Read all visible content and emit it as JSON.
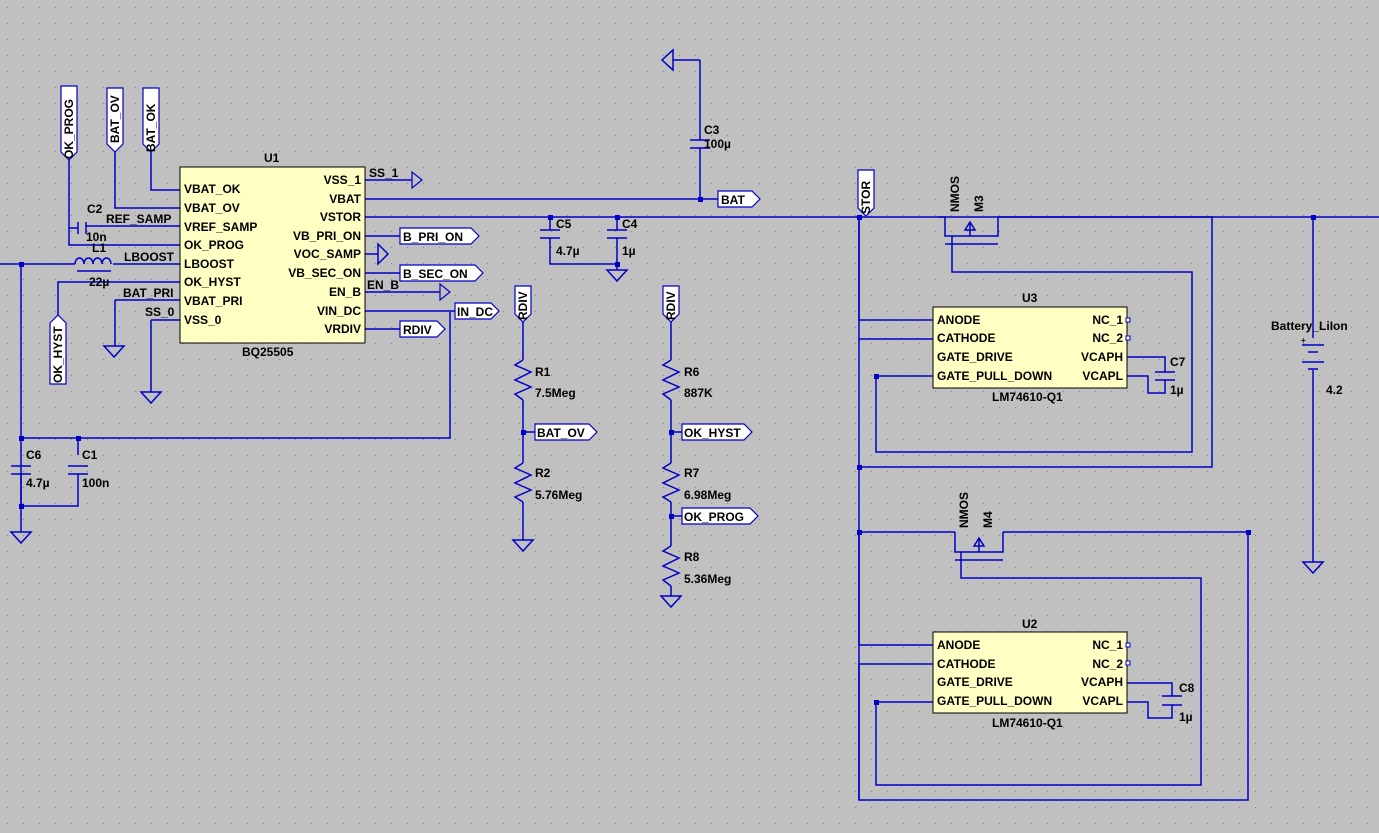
{
  "colors": {
    "background": "#c0c0c0",
    "wire": "#0000c8",
    "ic_fill": "#ffffc4",
    "grid_dot": "#8a8a8a"
  },
  "u1": {
    "ref": "U1",
    "part": "BQ25505",
    "left_pins": [
      "VBAT_OK",
      "VBAT_OV",
      "VREF_SAMP",
      "OK_PROG",
      "LBOOST",
      "OK_HYST",
      "VBAT_PRI",
      "VSS_0"
    ],
    "right_pins": [
      "VSS_1",
      "VBAT",
      "VSTOR",
      "VB_PRI_ON",
      "VOC_SAMP",
      "VB_SEC_ON",
      "EN_B",
      "VIN_DC",
      "VRDIV"
    ]
  },
  "u3": {
    "ref": "U3",
    "part": "LM74610-Q1",
    "left_pins": [
      "ANODE",
      "CATHODE",
      "GATE_DRIVE",
      "GATE_PULL_DOWN"
    ],
    "right_pins": [
      "NC_1",
      "NC_2",
      "VCAPH",
      "VCAPL"
    ]
  },
  "u2": {
    "ref": "U2",
    "part": "LM74610-Q1",
    "left_pins": [
      "ANODE",
      "CATHODE",
      "GATE_DRIVE",
      "GATE_PULL_DOWN"
    ],
    "right_pins": [
      "NC_1",
      "NC_2",
      "VCAPH",
      "VCAPL"
    ]
  },
  "mosfets": {
    "m3": {
      "ref": "M3",
      "type": "NMOS"
    },
    "m4": {
      "ref": "M4",
      "type": "NMOS"
    }
  },
  "capacitors": {
    "c1": {
      "ref": "C1",
      "value": "100n"
    },
    "c2": {
      "ref": "C2",
      "value": "10n"
    },
    "c3": {
      "ref": "C3",
      "value": "100µ"
    },
    "c4": {
      "ref": "C4",
      "value": "1µ"
    },
    "c5": {
      "ref": "C5",
      "value": "4.7µ"
    },
    "c6": {
      "ref": "C6",
      "value": "4.7µ"
    },
    "c7": {
      "ref": "C7",
      "value": "1µ"
    },
    "c8": {
      "ref": "C8",
      "value": "1µ"
    }
  },
  "inductor": {
    "ref": "L1",
    "value": "22µ"
  },
  "resistors": {
    "r1": {
      "ref": "R1",
      "value": "7.5Meg"
    },
    "r2": {
      "ref": "R2",
      "value": "5.76Meg"
    },
    "r6": {
      "ref": "R6",
      "value": "887K"
    },
    "r7": {
      "ref": "R7",
      "value": "6.98Meg"
    },
    "r8": {
      "ref": "R8",
      "value": "5.36Meg"
    }
  },
  "battery": {
    "ref": "Battery_LiIon",
    "value": "4.2",
    "plus": "+"
  },
  "net_flags": {
    "ok_prog_v": "OK_PROG",
    "bat_ov_v": "BAT_OV",
    "bat_ok_v": "BAT_OK",
    "ok_hyst_v": "OK_HYST",
    "stor_v": "STOR",
    "rdiv_1": "RDIV",
    "rdiv_2": "RDIV",
    "bat": "BAT",
    "b_pri_on": "B_PRI_ON",
    "b_sec_on": "B_SEC_ON",
    "in_dc": "IN_DC",
    "rdiv": "RDIV",
    "bat_ov": "BAT_OV",
    "ok_hyst": "OK_HYST",
    "ok_prog": "OK_PROG"
  },
  "net_labels": {
    "ss_1": "SS_1",
    "ss_0": "SS_0",
    "ref_samp": "REF_SAMP",
    "lboost": "LBOOST",
    "bat_pri": "BAT_PRI",
    "en_b": "EN_B"
  }
}
